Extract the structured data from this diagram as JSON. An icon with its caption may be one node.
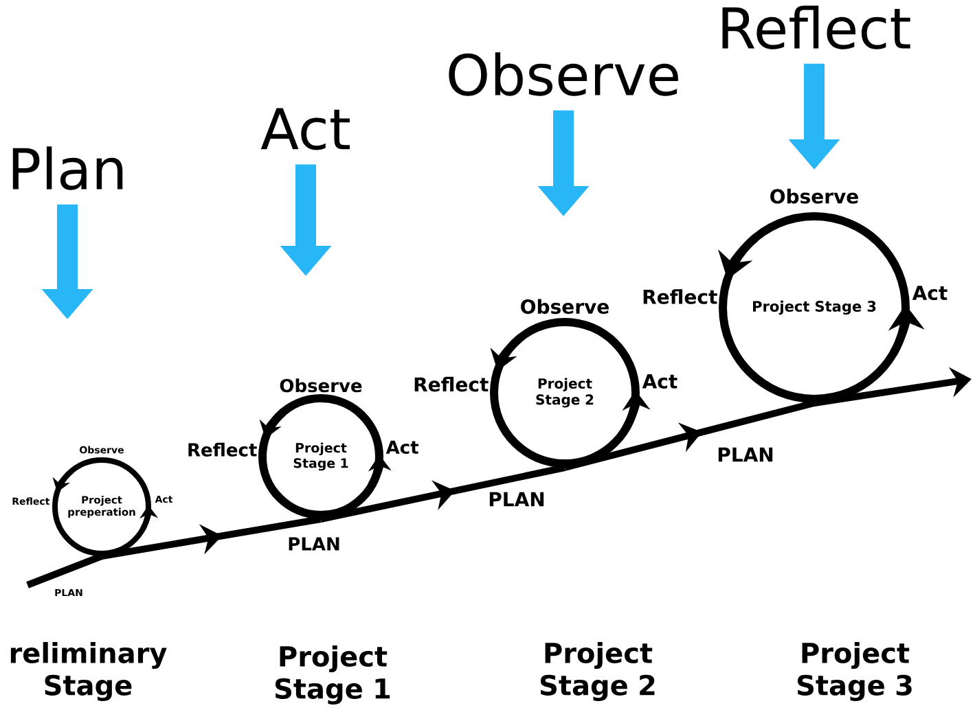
{
  "diagram": {
    "nodes": [
      {
        "text": [
          "Plan"
        ]
      },
      {
        "text": [
          "Act"
        ]
      },
      {
        "text": [
          "Observe"
        ]
      },
      {
        "text": [
          "Reflect"
        ]
      },
      {
        "text": [
          "Project preperation"
        ],
        "beside": [
          "Observe",
          "Reflect",
          "Act",
          "PLAN"
        ]
      },
      {
        "text": [
          "Project Stage 1"
        ],
        "beside": [
          "Observe",
          "Reflect",
          "Act",
          "PLAN"
        ]
      },
      {
        "text": [
          "Project Stage 2"
        ],
        "beside": [
          "Observe",
          "Reflect",
          "Act",
          "PLAN"
        ]
      },
      {
        "text": [
          "Project Stage 3"
        ],
        "beside": [
          "Observe",
          "Reflect",
          "Act",
          "PLAN"
        ]
      }
    ],
    "edges": [
      {
        "from": 0,
        "to": null,
        "arrow": "to",
        "style": "thick",
        "color": "#29b6f6"
      },
      {
        "from": 1,
        "to": null,
        "arrow": "to",
        "style": "thick",
        "color": "#29b6f6"
      },
      {
        "from": 2,
        "to": null,
        "arrow": "to",
        "style": "thick",
        "color": "#29b6f6"
      },
      {
        "from": 3,
        "to": null,
        "arrow": "to",
        "style": "thick",
        "color": "#29b6f6"
      },
      {
        "from": null,
        "to": 4,
        "arrow": "none"
      },
      {
        "from": 4,
        "to": 5,
        "arrow": "to"
      },
      {
        "from": 5,
        "to": 6,
        "arrow": "to"
      },
      {
        "from": 6,
        "to": 7,
        "arrow": "to"
      },
      {
        "from": 7,
        "to": null,
        "arrow": "to"
      }
    ],
    "labels": [
      "reliminary Stage",
      "Project Stage 1",
      "Project Stage 2",
      "Project Stage 3"
    ]
  }
}
